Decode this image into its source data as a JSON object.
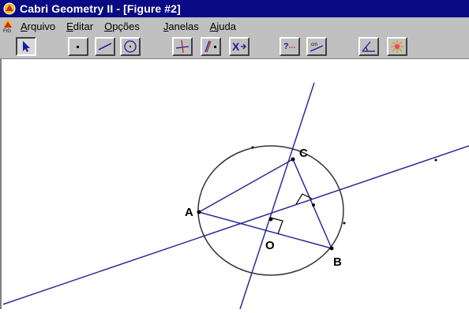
{
  "window": {
    "title": "Cabri Geometry II - [Figure #2]"
  },
  "menubar": {
    "items": [
      {
        "label": "Arquivo",
        "key": "A",
        "rest": "rquivo"
      },
      {
        "label": "Editar",
        "key": "E",
        "rest": "ditar"
      },
      {
        "label": "Opções",
        "key": "O",
        "rest": "pções"
      },
      {
        "label": "Janelas",
        "key": "J",
        "rest": "anelas"
      },
      {
        "label": "Ajuda",
        "key": "A",
        "rest": "juda"
      }
    ]
  },
  "toolbar": {
    "tools": [
      {
        "name": "pointer-tool-button",
        "icon": "pointer-arrow-icon"
      },
      {
        "name": "point-tool-button",
        "icon": "point-icon"
      },
      {
        "name": "line-tool-button",
        "icon": "segment-icon"
      },
      {
        "name": "circle-tool-button",
        "icon": "circle-icon"
      },
      {
        "name": "construct-perpendicular-button",
        "icon": "perpendicular-icon"
      },
      {
        "name": "construct-parallel-button",
        "icon": "parallel-point-icon"
      },
      {
        "name": "transform-button",
        "icon": "transform-x-icon"
      },
      {
        "name": "check-property-button",
        "icon": "question-icon"
      },
      {
        "name": "measure-button",
        "icon": "ruler-icon"
      },
      {
        "name": "display-button",
        "icon": "angle-mark-icon"
      },
      {
        "name": "draw-button",
        "icon": "starburst-icon"
      }
    ]
  },
  "figure": {
    "points": {
      "A": "A",
      "B": "B",
      "C": "C",
      "O": "O"
    }
  },
  "colors": {
    "line": "#2b2b9a",
    "circle": "#333333",
    "titlebar": "#0a0a84",
    "chrome": "#c0c0c0"
  }
}
